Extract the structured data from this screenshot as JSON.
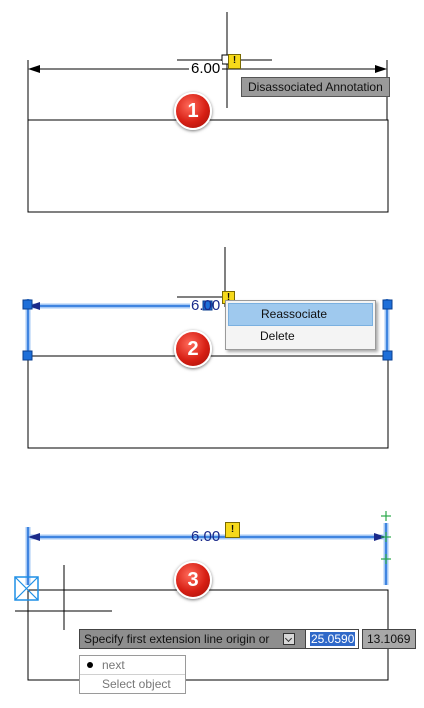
{
  "steps": [
    {
      "badge": "1",
      "dimension_value": "6.00",
      "warning_glyph": "!",
      "tooltip": "Disassociated Annotation"
    },
    {
      "badge": "2",
      "dimension_value": "6.00",
      "warning_glyph": "!",
      "context_menu": {
        "items": [
          {
            "label": "Reassociate",
            "active": true
          },
          {
            "label": "Delete",
            "active": false
          }
        ]
      }
    },
    {
      "badge": "3",
      "dimension_value": "6.00",
      "warning_glyph": "!",
      "command_prompt": "Specify first extension line origin or",
      "coord_x": "25.0590",
      "coord_y": "13.1069",
      "options": [
        "next",
        "Select object"
      ]
    }
  ],
  "colors": {
    "badge_red": "#d71f14",
    "warning_yellow": "#f6d91a",
    "selection_blue": "#1e6fd9",
    "grip_blue": "#1e6fd9",
    "menu_highlight": "#9fc9ee",
    "cmd_bar_gray": "#8e8e8e",
    "grip_plus_green": "#2aa84a"
  }
}
